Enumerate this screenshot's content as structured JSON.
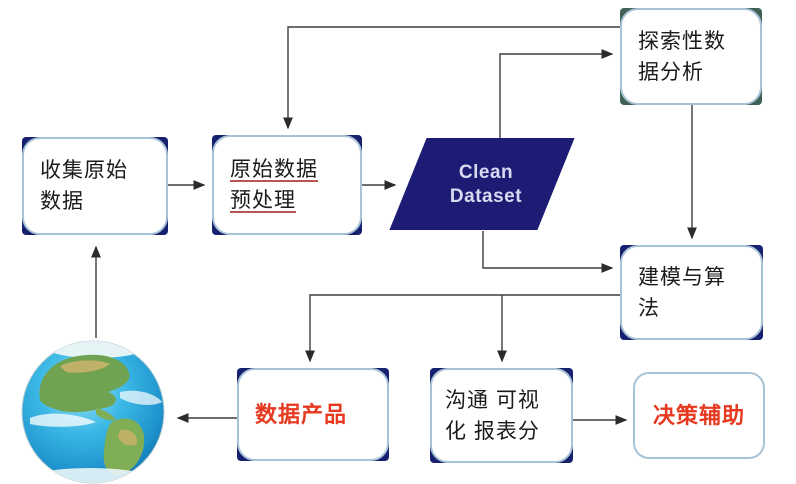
{
  "diagram": {
    "title": "data-science-workflow-flowchart",
    "nodes": {
      "collect": {
        "lines": [
          "收集原始",
          "数据"
        ]
      },
      "preprocess": {
        "lines": [
          "原始数据",
          "预处理"
        ]
      },
      "clean_dataset": {
        "lines": [
          "Clean",
          "Dataset"
        ]
      },
      "eda": {
        "lines": [
          "探索性数",
          "据分析"
        ]
      },
      "modeling": {
        "lines": [
          "建模与算",
          "法"
        ]
      },
      "data_product": {
        "lines": [
          "数据产品"
        ]
      },
      "communication": {
        "lines": [
          "沟通 可视",
          "化 报表分"
        ]
      },
      "decision_support": {
        "lines": [
          "决策辅助"
        ]
      }
    },
    "icons": {
      "globe": "earth-globe-americas"
    }
  },
  "colors": {
    "navy": "#17206f",
    "teal": "#3f6156",
    "inner-border": "#a9c3d6",
    "para-fill": "#1c1c74",
    "para-text": "#d9daf2",
    "text": "#1b1b1b",
    "red": "#e6391f",
    "underline": "#b85555",
    "arrow": "#3d3d3d",
    "bg": "#ffffff"
  }
}
